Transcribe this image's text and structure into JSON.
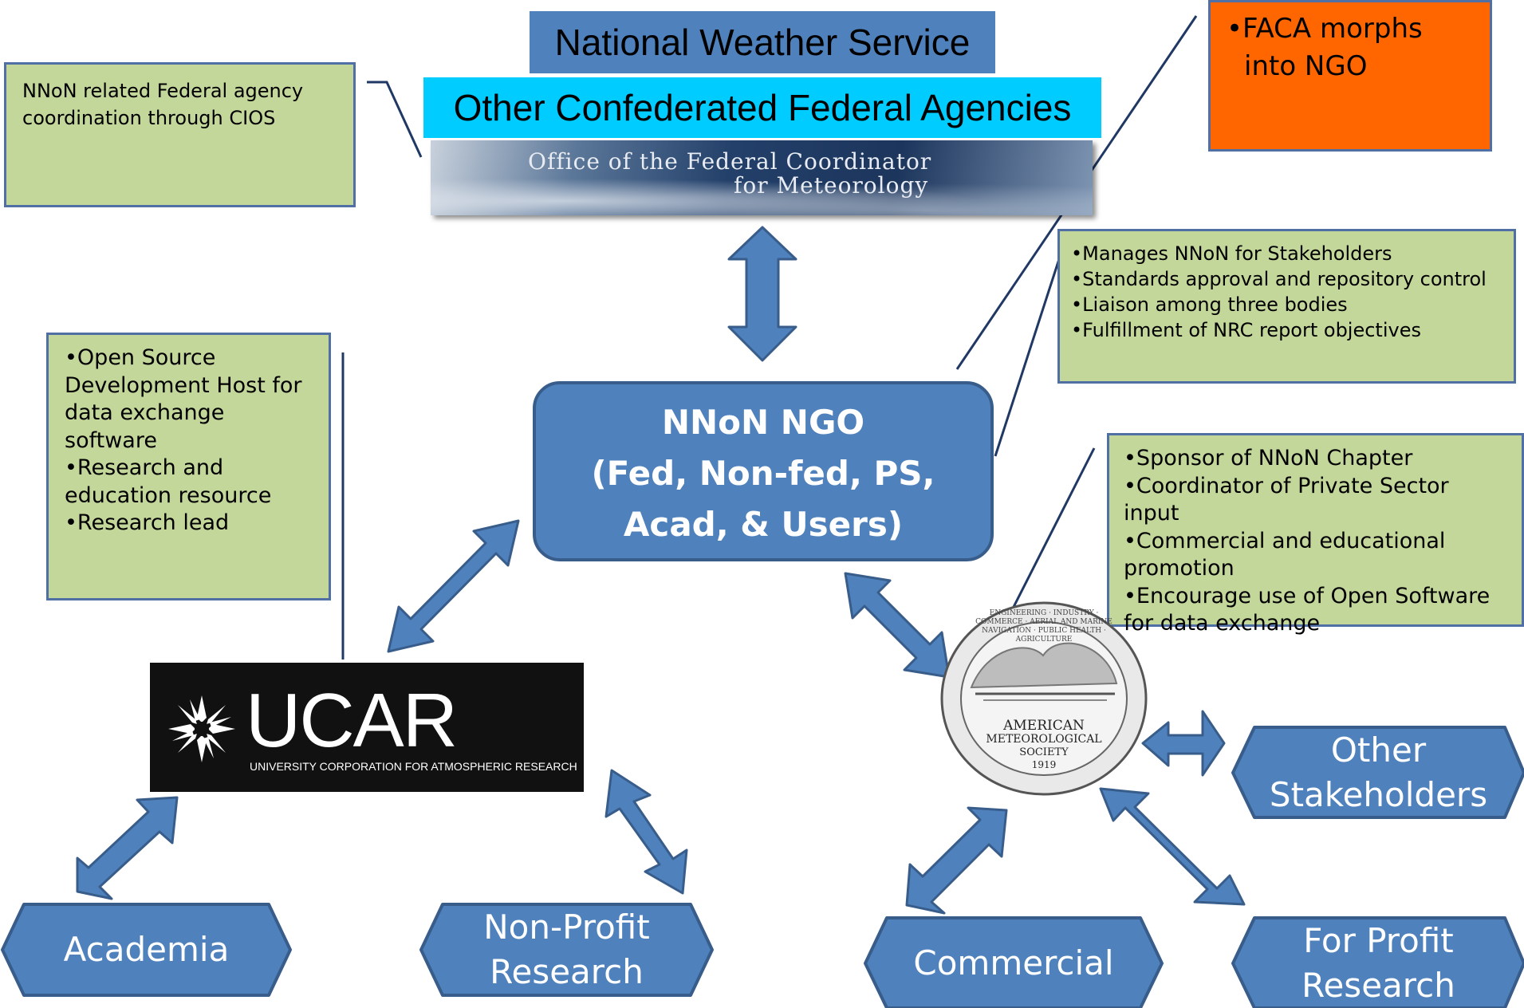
{
  "header": {
    "nws_label": "National Weather Service",
    "other_agencies_label": "Other Confederated Federal Agencies",
    "ofcm_line1": "Office of the Federal Coordinator",
    "ofcm_line2": "for Meteorology"
  },
  "notes": {
    "cios": "NNoN related Federal agency coordination through CIOS",
    "faca": [
      "•FACA morphs",
      "into NGO"
    ],
    "ngo_roles": [
      "•Manages NNoN for Stakeholders",
      "•Standards approval and repository control",
      "•Liaison among three bodies",
      "•Fulfillment of NRC report objectives"
    ],
    "ucar_roles": [
      "•Open Source Development Host for data exchange software",
      "•Research  and education resource",
      "•Research lead"
    ],
    "ams_roles": [
      "•Sponsor of NNoN Chapter",
      "•Coordinator of Private Sector input",
      "•Commercial and educational promotion",
      "•Encourage use of Open Software for data exchange"
    ]
  },
  "center_node": {
    "line1": "NNoN NGO",
    "line2": "(Fed, Non-fed, PS,",
    "line3": "Acad, & Users)"
  },
  "ucar": {
    "name": "UCAR",
    "subtitle": "UNIVERSITY CORPORATION FOR ATMOSPHERIC RESEARCH"
  },
  "ams": {
    "line1": "AMERICAN",
    "line2": "METEOROLOGICAL",
    "line3": "SOCIETY",
    "year": "1919",
    "ring_text": "ENGINEERING · INDUSTRY · COMMERCE · AERIAL AND MARINE NAVIGATION · PUBLIC HEALTH · AGRICULTURE"
  },
  "nodes": {
    "academia": "Academia",
    "nonprofit_line1": "Non-Profit",
    "nonprofit_line2": "Research",
    "commercial": "Commercial",
    "forprofit_line1": "For Profit",
    "forprofit_line2": "Research",
    "other_line1": "Other",
    "other_line2": "Stakeholders"
  },
  "colors": {
    "node_fill": "#4f81bd",
    "node_border": "#385d8a",
    "note_fill": "#c4d79b",
    "faca_fill": "#ff6600",
    "nws_fill": "#4f81bd",
    "agencies_fill": "#00ccff",
    "ucar_bg": "#111111"
  }
}
